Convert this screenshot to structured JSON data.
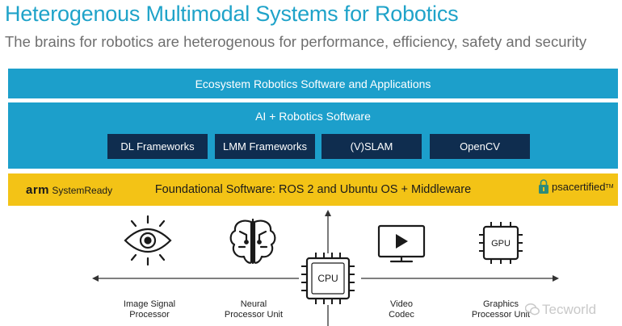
{
  "header": {
    "title": "Heterogenous Multimodal Systems for Robotics",
    "subtitle": "The brains for robotics are heterogenous for performance, efficiency, safety and security"
  },
  "stack": {
    "ecosystem": "Ecosystem Robotics Software and Applications",
    "ai_robotics": "AI + Robotics Software",
    "frameworks": [
      "DL Frameworks",
      "LMM Frameworks",
      "(V)SLAM",
      "OpenCV"
    ],
    "foundational": "Foundational Software: ROS 2 and Ubuntu OS + Middleware",
    "arm_brand": "arm",
    "arm_suffix": "SystemReady",
    "psa_brand": "psacertified",
    "psa_tm": "TM"
  },
  "processors": {
    "cpu": "CPU",
    "gpu": "GPU",
    "isp": [
      "Image Signal",
      "Processor"
    ],
    "npu": [
      "Neural",
      "Processor Unit"
    ],
    "codec": [
      "Video",
      "Codec"
    ],
    "graphics": [
      "Graphics",
      "Processor Unit"
    ]
  },
  "watermark": "Tecworld",
  "colors": {
    "title": "#1fa3c9",
    "band_blue": "#1c9fcb",
    "box_navy": "#0f2d4f",
    "band_yellow": "#f3c316"
  },
  "icons": [
    "eye-icon",
    "brain-icon",
    "cpu-chip-icon",
    "video-monitor-icon",
    "gpu-chip-icon"
  ]
}
